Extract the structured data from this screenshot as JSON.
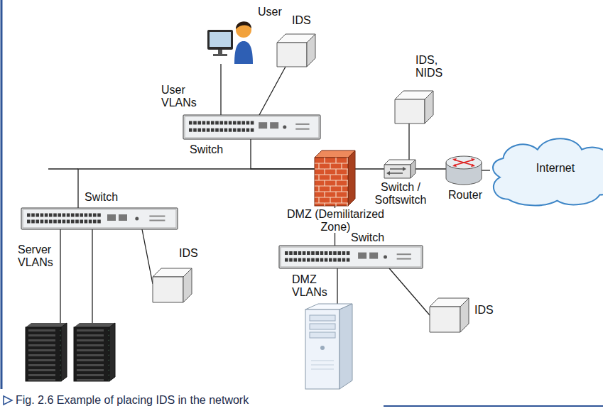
{
  "diagram": {
    "caption": "Fig. 2.6 Example of placing IDS in the network",
    "nodes": [
      {
        "text": [
          "User"
        ]
      },
      {
        "text": [
          "IDS"
        ]
      },
      {
        "text": [
          "Switch"
        ]
      },
      {
        "text": [
          "IDS, NIDS"
        ]
      },
      {
        "text": [
          "DMZ (Demilitarized Zone)"
        ]
      },
      {
        "text": [
          "Switch / Softswitch"
        ]
      },
      {
        "text": [
          "Router"
        ]
      },
      {
        "text": [
          "Internet"
        ]
      },
      {
        "text": [
          "Switch"
        ]
      },
      {
        "text": [
          "IDS"
        ]
      },
      {
        "text": [
          "Switch"
        ]
      },
      {
        "text": [
          "IDS"
        ]
      }
    ],
    "edges": [
      {
        "from": 0,
        "to": 2,
        "arrow": "none"
      },
      {
        "from": 2,
        "to": 1,
        "arrow": "none"
      },
      {
        "from": 2,
        "to": 4,
        "arrow": "none"
      },
      {
        "from": 8,
        "to": 4,
        "arrow": "none"
      },
      {
        "from": 4,
        "to": 5,
        "arrow": "none"
      },
      {
        "from": 5,
        "to": 3,
        "arrow": "none"
      },
      {
        "from": 5,
        "to": 6,
        "arrow": "none"
      },
      {
        "from": 6,
        "to": 7,
        "arrow": "none"
      },
      {
        "from": 8,
        "to": 9,
        "arrow": "none"
      },
      {
        "from": 4,
        "to": 10,
        "arrow": "none"
      },
      {
        "from": 10,
        "to": 11,
        "arrow": "none"
      }
    ],
    "labels": [
      "User VLANs",
      "Server VLANs",
      "DMZ VLANs"
    ]
  }
}
